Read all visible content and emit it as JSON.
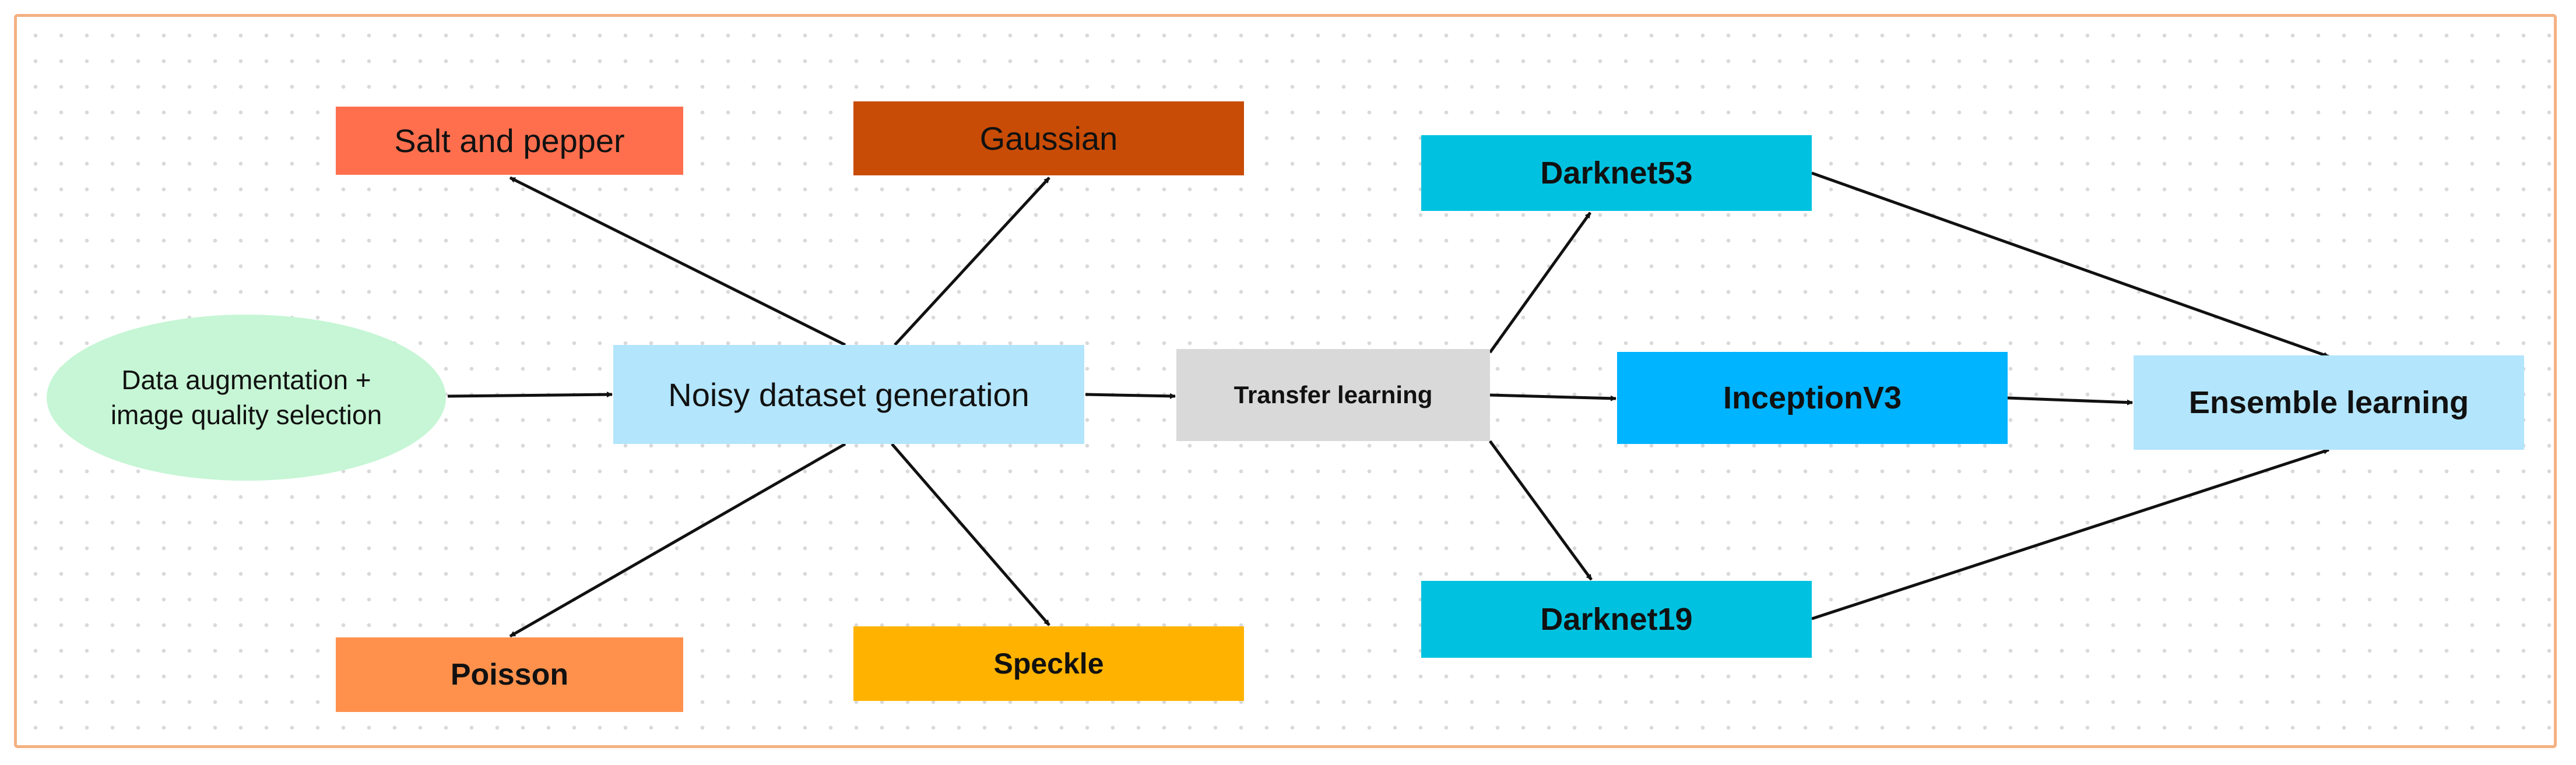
{
  "nodes": {
    "data_augmentation": {
      "label": "Data augmentation +\nimage quality selection",
      "color": "#c6f6d5"
    },
    "noisy_dataset": {
      "label": "Noisy dataset generation",
      "color": "#b3e5fc"
    },
    "salt_and_pepper": {
      "label": "Salt and pepper",
      "color": "#ff6f4e"
    },
    "gaussian": {
      "label": "Gaussian",
      "color": "#c84c06"
    },
    "poisson": {
      "label": "Poisson",
      "color": "#ff914d"
    },
    "speckle": {
      "label": "Speckle",
      "color": "#ffb300"
    },
    "transfer_learning": {
      "label": "Transfer learning",
      "color": "#d9d9d9"
    },
    "darknet53": {
      "label": "Darknet53",
      "color": "#00c2e0"
    },
    "inceptionv3": {
      "label": "InceptionV3",
      "color": "#00b4ff"
    },
    "darknet19": {
      "label": "Darknet19",
      "color": "#00c2e0"
    },
    "ensemble_learning": {
      "label": "Ensemble learning",
      "color": "#b3e5fc"
    }
  },
  "edges": [
    {
      "from": "data_augmentation",
      "to": "noisy_dataset"
    },
    {
      "from": "noisy_dataset",
      "to": "salt_and_pepper"
    },
    {
      "from": "noisy_dataset",
      "to": "gaussian"
    },
    {
      "from": "noisy_dataset",
      "to": "poisson"
    },
    {
      "from": "noisy_dataset",
      "to": "speckle"
    },
    {
      "from": "noisy_dataset",
      "to": "transfer_learning"
    },
    {
      "from": "transfer_learning",
      "to": "darknet53"
    },
    {
      "from": "transfer_learning",
      "to": "inceptionv3"
    },
    {
      "from": "transfer_learning",
      "to": "darknet19"
    },
    {
      "from": "darknet53",
      "to": "ensemble_learning"
    },
    {
      "from": "inceptionv3",
      "to": "ensemble_learning"
    },
    {
      "from": "darknet19",
      "to": "ensemble_learning"
    }
  ],
  "colors": {
    "frame_border": "#f4b183",
    "arrow": "#111111",
    "grid_dot": "#d9d9d9"
  }
}
